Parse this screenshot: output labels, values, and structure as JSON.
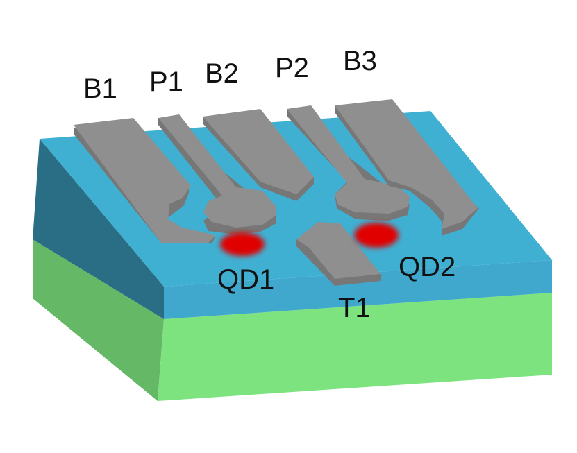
{
  "colors": {
    "background": "#ffffff",
    "substrate_front": "#7de37e",
    "substrate_left": "#64b866",
    "oxide_top": "#3fb0d2",
    "oxide_front": "#3fa8cc",
    "oxide_left": "#2a6e85",
    "gate_top": "#8f8f8f",
    "gate_side": "#777777",
    "quantum_dot": "#e00000"
  },
  "gates": {
    "b1": {
      "label": "B1"
    },
    "p1": {
      "label": "P1"
    },
    "b2": {
      "label": "B2"
    },
    "p2": {
      "label": "P2"
    },
    "b3": {
      "label": "B3"
    },
    "t1": {
      "label": "T1"
    }
  },
  "dots": {
    "qd1": {
      "label": "QD1"
    },
    "qd2": {
      "label": "QD2"
    }
  }
}
